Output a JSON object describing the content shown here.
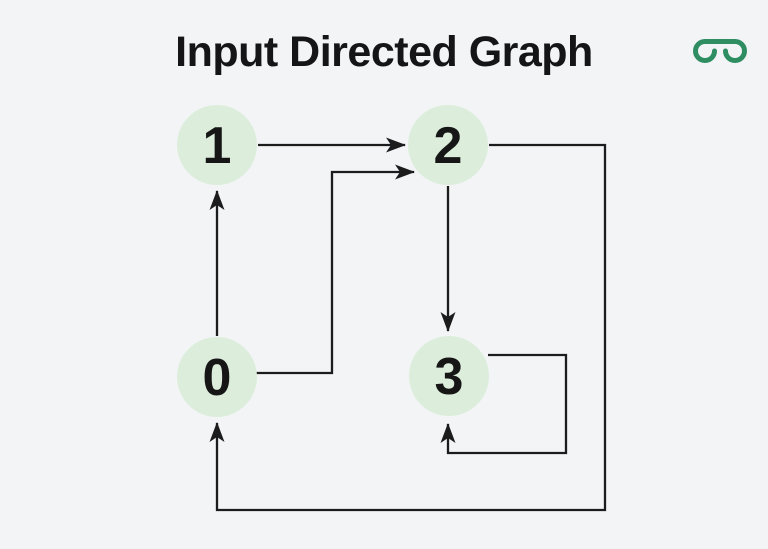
{
  "page": {
    "title": "Input Directed Graph",
    "background_color": "#f2f4f6",
    "title_color": "#151517"
  },
  "logo": {
    "name": "geeksforgeeks-logo",
    "color": "#2f8d62"
  },
  "graph": {
    "type": "directed-graph",
    "node_fill_color": "#dceedb",
    "node_text_color": "#161616",
    "edge_color": "#1c1c1c",
    "nodes": [
      {
        "id": "1",
        "label": "1"
      },
      {
        "id": "2",
        "label": "2"
      },
      {
        "id": "0",
        "label": "0"
      },
      {
        "id": "3",
        "label": "3"
      }
    ],
    "edges": [
      {
        "from": "1",
        "to": "2"
      },
      {
        "from": "0",
        "to": "1"
      },
      {
        "from": "0",
        "to": "2"
      },
      {
        "from": "2",
        "to": "3"
      },
      {
        "from": "2",
        "to": "0"
      },
      {
        "from": "3",
        "to": "3"
      }
    ]
  }
}
